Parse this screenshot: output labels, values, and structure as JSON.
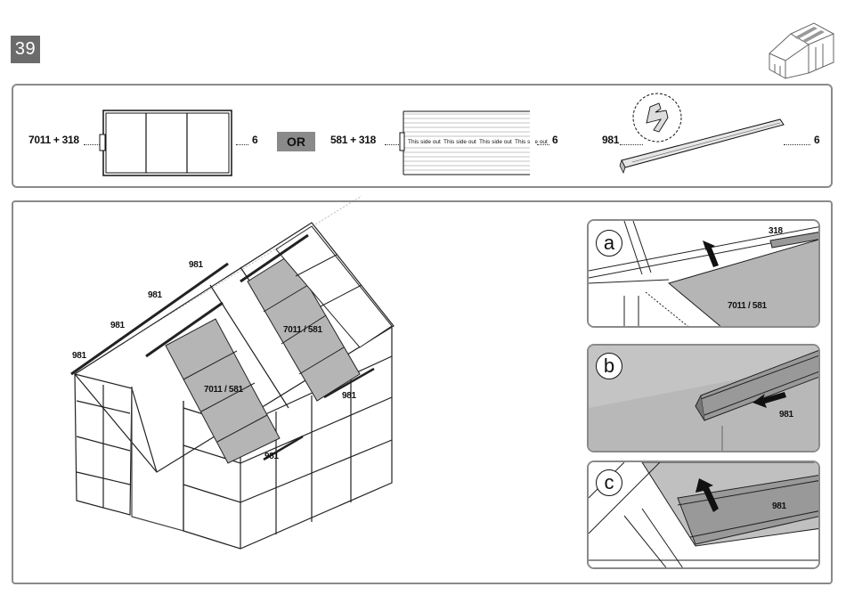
{
  "step": {
    "number": "39"
  },
  "parts": {
    "panel_code": "7011 + 318",
    "panel_qty": "6",
    "or_label": "OR",
    "sheet_code": "581 + 318",
    "sheet_qty": "6",
    "sheet_side_text": "This side out",
    "profile_code": "981",
    "profile_qty": "6"
  },
  "main": {
    "ridge_labels": [
      "981",
      "981",
      "981",
      "981"
    ],
    "panel_label_left": "7011 / 581",
    "panel_label_right": "7011 / 581",
    "profile_label_bottom": "981",
    "profile_label_right": "981"
  },
  "details": [
    {
      "letter": "a",
      "labels": [
        "318",
        "7011 / 581"
      ]
    },
    {
      "letter": "b",
      "labels": [
        "981"
      ]
    },
    {
      "letter": "c",
      "labels": [
        "981"
      ]
    }
  ],
  "icons": [
    "greenhouse-icon",
    "magnifier-circle-icon",
    "arrow-icon"
  ]
}
